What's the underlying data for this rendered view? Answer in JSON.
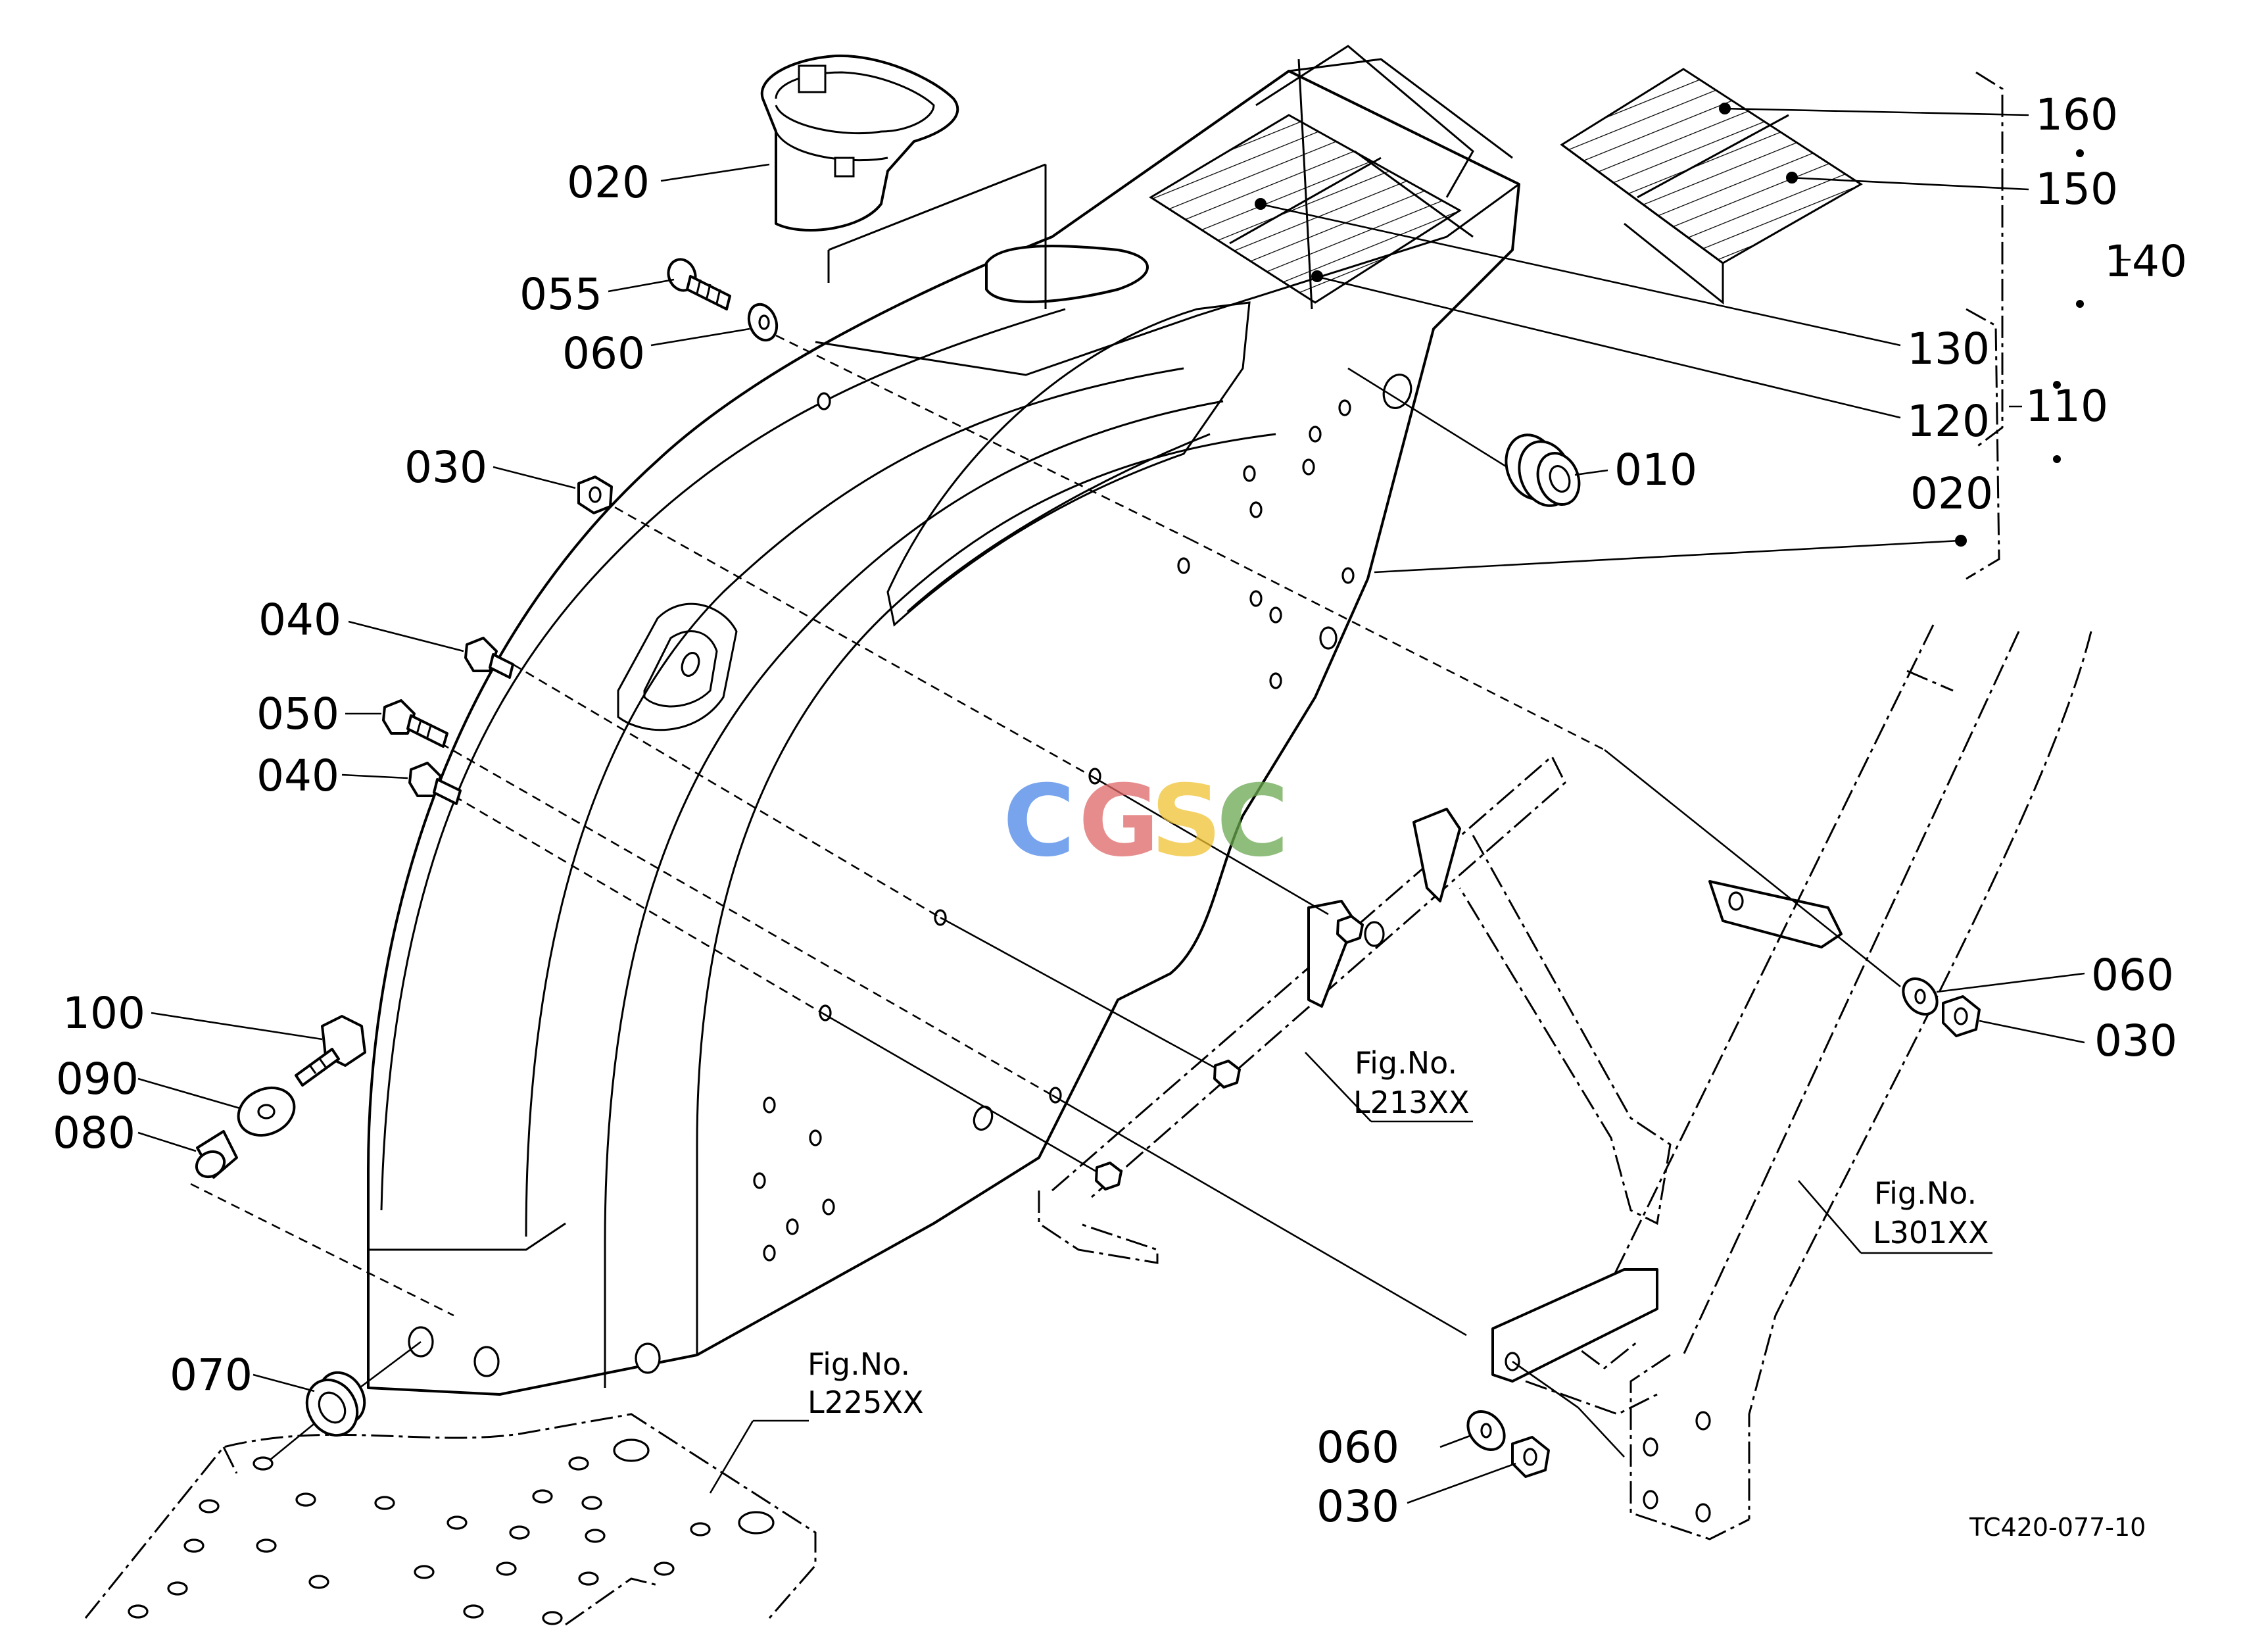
{
  "diagram": {
    "drawing_code": "TC420-077-10",
    "watermark": {
      "letters": [
        "C",
        "G",
        "S",
        "C"
      ],
      "colors": [
        "#4a86e8",
        "#e06666",
        "#f1c232",
        "#6aa84f"
      ]
    },
    "part_labels": [
      {
        "id": "l-020-top",
        "text": "020"
      },
      {
        "id": "l-055",
        "text": "055"
      },
      {
        "id": "l-060-a",
        "text": "060"
      },
      {
        "id": "l-030-a",
        "text": "030"
      },
      {
        "id": "l-040-a",
        "text": "040"
      },
      {
        "id": "l-050",
        "text": "050"
      },
      {
        "id": "l-040-b",
        "text": "040"
      },
      {
        "id": "l-100",
        "text": "100"
      },
      {
        "id": "l-090",
        "text": "090"
      },
      {
        "id": "l-080",
        "text": "080"
      },
      {
        "id": "l-070",
        "text": "070"
      },
      {
        "id": "l-160",
        "text": "160"
      },
      {
        "id": "l-150",
        "text": "150"
      },
      {
        "id": "l-140",
        "text": "140"
      },
      {
        "id": "l-130",
        "text": "130"
      },
      {
        "id": "l-120",
        "text": "120"
      },
      {
        "id": "l-110",
        "text": "110"
      },
      {
        "id": "l-020-right",
        "text": "020"
      },
      {
        "id": "l-010",
        "text": "010"
      },
      {
        "id": "l-060-b",
        "text": "060"
      },
      {
        "id": "l-030-b",
        "text": "030"
      },
      {
        "id": "l-060-c",
        "text": "060"
      },
      {
        "id": "l-030-c",
        "text": "030"
      }
    ],
    "figure_refs": [
      {
        "id": "f-l213",
        "title": "Fig.No.",
        "number": "L213XX"
      },
      {
        "id": "f-l301",
        "title": "Fig.No.",
        "number": "L301XX"
      },
      {
        "id": "f-l225",
        "title": "Fig.No.",
        "number": "L225XX"
      }
    ]
  }
}
